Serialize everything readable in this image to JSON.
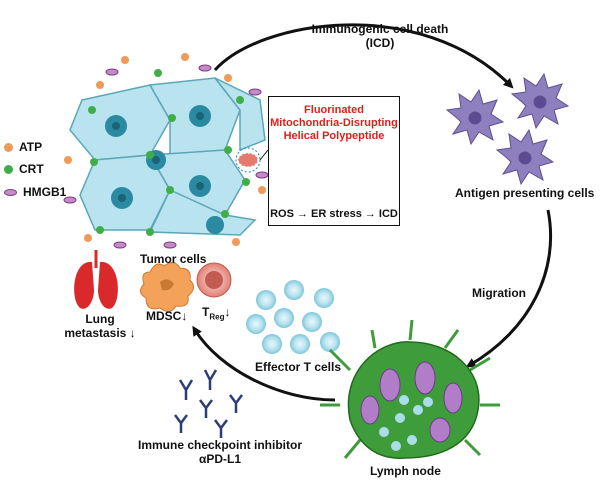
{
  "legend": [
    {
      "label": "ATP",
      "color": "#f09a57",
      "icon": "orange-dot-icon"
    },
    {
      "label": "CRT",
      "color": "#3fae49",
      "icon": "green-dot-icon"
    },
    {
      "label": "HMGB1",
      "color": "#c58bc9",
      "icon": "purple-oval-icon"
    }
  ],
  "labels": {
    "icd_line1": "Immunogenic cell death",
    "icd_line2": "(ICD)",
    "polypeptide_line1": "Fluorinated",
    "polypeptide_line2": "Mitochondria-Disrupting",
    "polypeptide_line3": "Helical Polypeptide",
    "pathway": "ROS → ER stress → ICD",
    "antigen_presenting": "Antigen presenting cells",
    "tumor_cells": "Tumor cells",
    "migration": "Migration",
    "lung_line1": "Lung",
    "lung_line2": "metastasis ↓",
    "mdsc": "MDSC↓",
    "treg_main": "T",
    "treg_sub": "Reg",
    "treg_arrow": "↓",
    "effector": "Effector T cells",
    "lymph_node": "Lymph node",
    "inhibitor_line1": "Immune checkpoint inhibitor",
    "inhibitor_line2": "αPD-L1"
  },
  "colors": {
    "tumor_fill": "#b9e3ee",
    "tumor_nucleus": "#2a8aa2",
    "apc": "#8e7fbf",
    "tcell": "#a9dde9",
    "lymph": "#3f9c3a",
    "lung": "#d9292a",
    "mdsc": "#f4a259",
    "treg": "#e07f73",
    "antibody": "#2c3e74",
    "text_red": "#e0201b"
  }
}
